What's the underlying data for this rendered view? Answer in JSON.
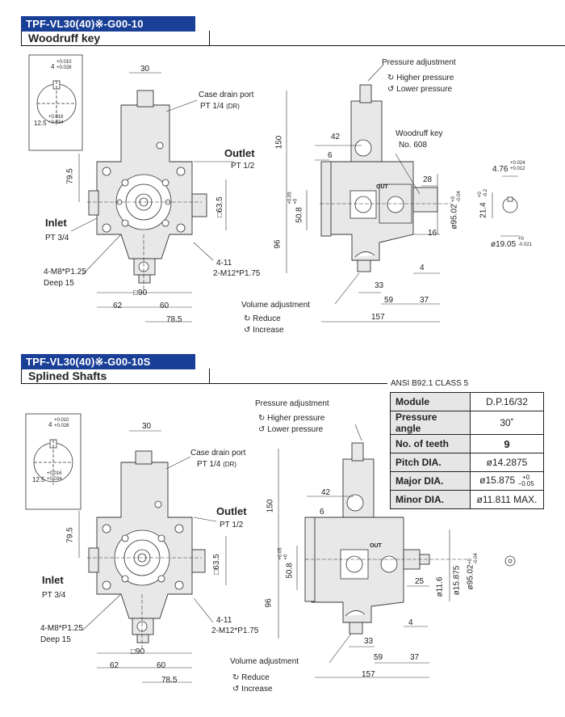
{
  "sections": [
    {
      "title": "TPF-VL30(40)※-G00-10",
      "subtitle": "Woodruff key"
    },
    {
      "title": "TPF-VL30(40)※-G00-10S",
      "subtitle": "Splined Shafts"
    }
  ],
  "labels": {
    "case_drain_port": "Case drain port",
    "case_drain_thread": "PT 1/4",
    "dr": "(DR)",
    "outlet": "Outlet",
    "outlet_thread": "PT 1/2",
    "inlet": "Inlet",
    "inlet_thread": "PT 3/4",
    "mount_holes": "4-M8*P1.25",
    "deep": "Deep 15",
    "through_holes": "4-11",
    "through_thread": "2-M12*P1.75",
    "pressure_adjustment": "Pressure adjustment",
    "higher_pressure": "Higher pressure",
    "lower_pressure": "Lower pressure",
    "woodruff_key": "Woodruff key",
    "woodruff_no": "No. 608",
    "volume_adjustment": "Volume adjustment",
    "reduce": "Reduce",
    "increase": "Increase",
    "out": "OUT"
  },
  "dims": {
    "d30": "30",
    "d79_5": "79.5",
    "d63_5": "□63.5",
    "d90": "□90",
    "d62": "62",
    "d60": "60",
    "d78_5": "78.5",
    "d42": "42",
    "d6": "6",
    "d150": "150",
    "d96": "96",
    "d50_8": "50.8",
    "d50_8_tol_a": "+0.05",
    "d50_8_tol_b": "+0",
    "d28": "28",
    "d16": "16",
    "d4": "4",
    "d33": "33",
    "d59": "59",
    "d37": "37",
    "d157": "157",
    "d95": "ø95.02",
    "d95_tol_a": "+0",
    "d95_tol_b": "-0.04",
    "key_4": "4",
    "key_4_tol_a": "+0.010",
    "key_4_tol_b": "+0.028",
    "key_12_5": "12.5",
    "key_12_5_tol_a": "+0.016",
    "key_12_5_tol_b": "+0.034",
    "d4_76": "4.76",
    "d4_76_tol_a": "+0.024",
    "d4_76_tol_b": "+0.012",
    "d21_4": "21.4",
    "d21_4_tol_a": "+0",
    "d21_4_tol_b": "-0.2",
    "d19_05": "ø19.05",
    "d19_05_tol_a": "+0",
    "d19_05_tol_b": "-0.021",
    "d25": "25",
    "d11_6": "ø11.6",
    "d15_875": "ø15.875"
  },
  "spline_table": {
    "caption": "ANSI  B92.1 CLASS 5",
    "rows": [
      {
        "k": "Module",
        "v": "D.P.16/32"
      },
      {
        "k": "Pressure angle",
        "v": "30˚"
      },
      {
        "k": "No. of teeth",
        "v": "9"
      },
      {
        "k": "Pitch DIA.",
        "v": "ø14.2875"
      },
      {
        "k": "Major DIA.",
        "v": "ø15.875"
      },
      {
        "k": "Minor DIA.",
        "v": "ø11.811 MAX."
      }
    ],
    "major_tol_a": "+0",
    "major_tol_b": "−0.05"
  }
}
